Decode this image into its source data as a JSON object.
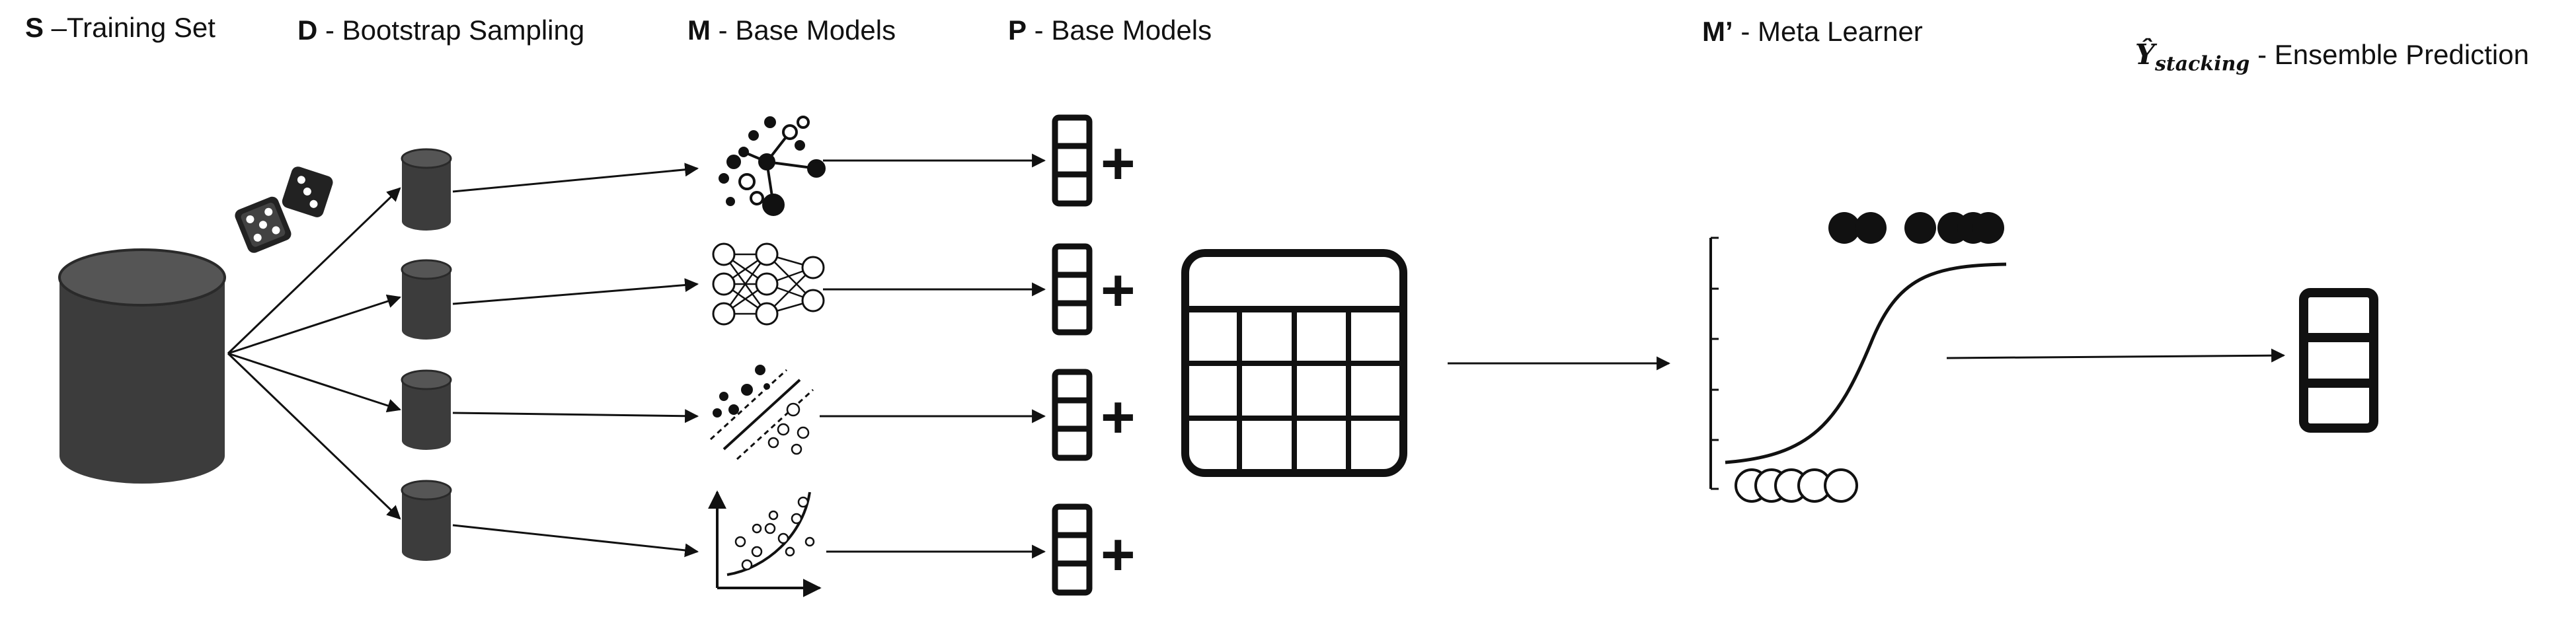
{
  "legend": {
    "s": {
      "key": "S",
      "text": " –Training Set"
    },
    "d": {
      "key": "D",
      "text": " - Bootstrap Sampling"
    },
    "m": {
      "key": "M",
      "text": " - Base Models"
    },
    "p": {
      "key": "P",
      "text": " - Base Models"
    },
    "mp": {
      "key": "M’",
      "text": " - Meta Learner"
    },
    "y": {
      "key": "Ŷ",
      "sub": "stacking",
      "text": " - Ensemble Prediction"
    }
  },
  "stages": [
    "training-set",
    "bootstrap-samples",
    "base-models",
    "base-predictions",
    "stacked-table",
    "meta-learner",
    "ensemble-prediction"
  ],
  "base_models": [
    "decision-tree-icon",
    "neural-network-icon",
    "svm-icon",
    "regression-icon"
  ],
  "plus_sign": "+",
  "colors": {
    "stroke": "#111111",
    "cylinder": "#3c3c3c",
    "cylinder_top": "#555555"
  }
}
